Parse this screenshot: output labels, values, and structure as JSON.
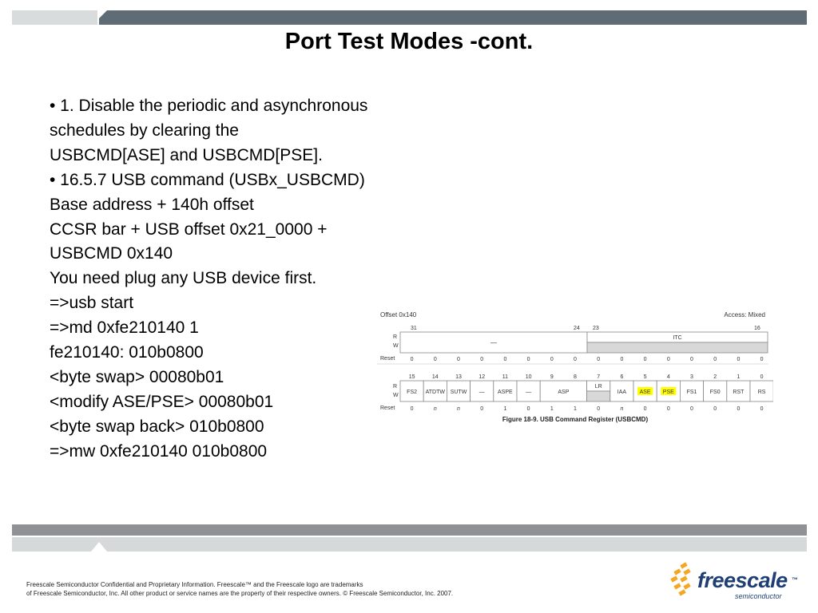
{
  "slide": {
    "title": "Port Test Modes -cont.",
    "lines": [
      "• 1. Disable the periodic and asynchronous",
      "schedules by clearing the",
      "USBCMD[ASE] and USBCMD[PSE].",
      "• 16.5.7 USB command (USBx_USBCMD)",
      "Base address + 140h offset",
      "CCSR bar + USB offset 0x21_0000 +",
      "USBCMD 0x140",
      "You need plug any USB device first.",
      "=>usb start",
      "=>md 0xfe210140 1",
      "fe210140: 010b0800",
      "<byte swap> 00080b01",
      "<modify ASE/PSE> 00080b01",
      "<byte swap back> 010b0800",
      "=>mw 0xfe210140 010b0800"
    ]
  },
  "figure": {
    "offset_label": "Offset 0x140",
    "access_label": "Access: Mixed",
    "caption": "Figure 18-9. USB Command Register (USBCMD)",
    "row_labels": {
      "r": "R",
      "w": "W",
      "reset": "Reset"
    },
    "upper_bits": {
      "b31": "31",
      "b24": "24",
      "b23": "23",
      "b16": "16"
    },
    "upper_fields": {
      "reserved": "—",
      "itc": "ITC"
    },
    "upper_reset": [
      "0",
      "0",
      "0",
      "0",
      "0",
      "0",
      "0",
      "0",
      "0",
      "0",
      "0",
      "0",
      "0",
      "0",
      "0",
      "0"
    ],
    "lower_bits": [
      "15",
      "14",
      "13",
      "12",
      "11",
      "10",
      "9",
      "8",
      "7",
      "6",
      "5",
      "4",
      "3",
      "2",
      "1",
      "0"
    ],
    "lower_fields": [
      "FS2",
      "ATDTW",
      "SUTW",
      "—",
      "ASPE",
      "—",
      "ASP",
      "LR",
      "IAA",
      "ASE",
      "PSE",
      "FS1",
      "FS0",
      "RST",
      "RS"
    ],
    "lower_reset": [
      "0",
      "n",
      "n",
      "0",
      "1",
      "0",
      "1",
      "1",
      "0",
      "n",
      "0",
      "0",
      "0",
      "0",
      "0",
      "0"
    ],
    "highlight_color": "#ffff00"
  },
  "footer": {
    "line1": "Freescale Semiconductor Confidential and Proprietary Information. Freescale™ and the Freescale logo are trademarks",
    "line2": "of Freescale Semiconductor, Inc. All other product or service names are the property of their respective owners. © Freescale Semiconductor, Inc. 2007."
  },
  "logo": {
    "word": "freescale",
    "tm": "™",
    "sub": "semiconductor",
    "color": "#1f3f74",
    "accent": "#f5a623"
  }
}
